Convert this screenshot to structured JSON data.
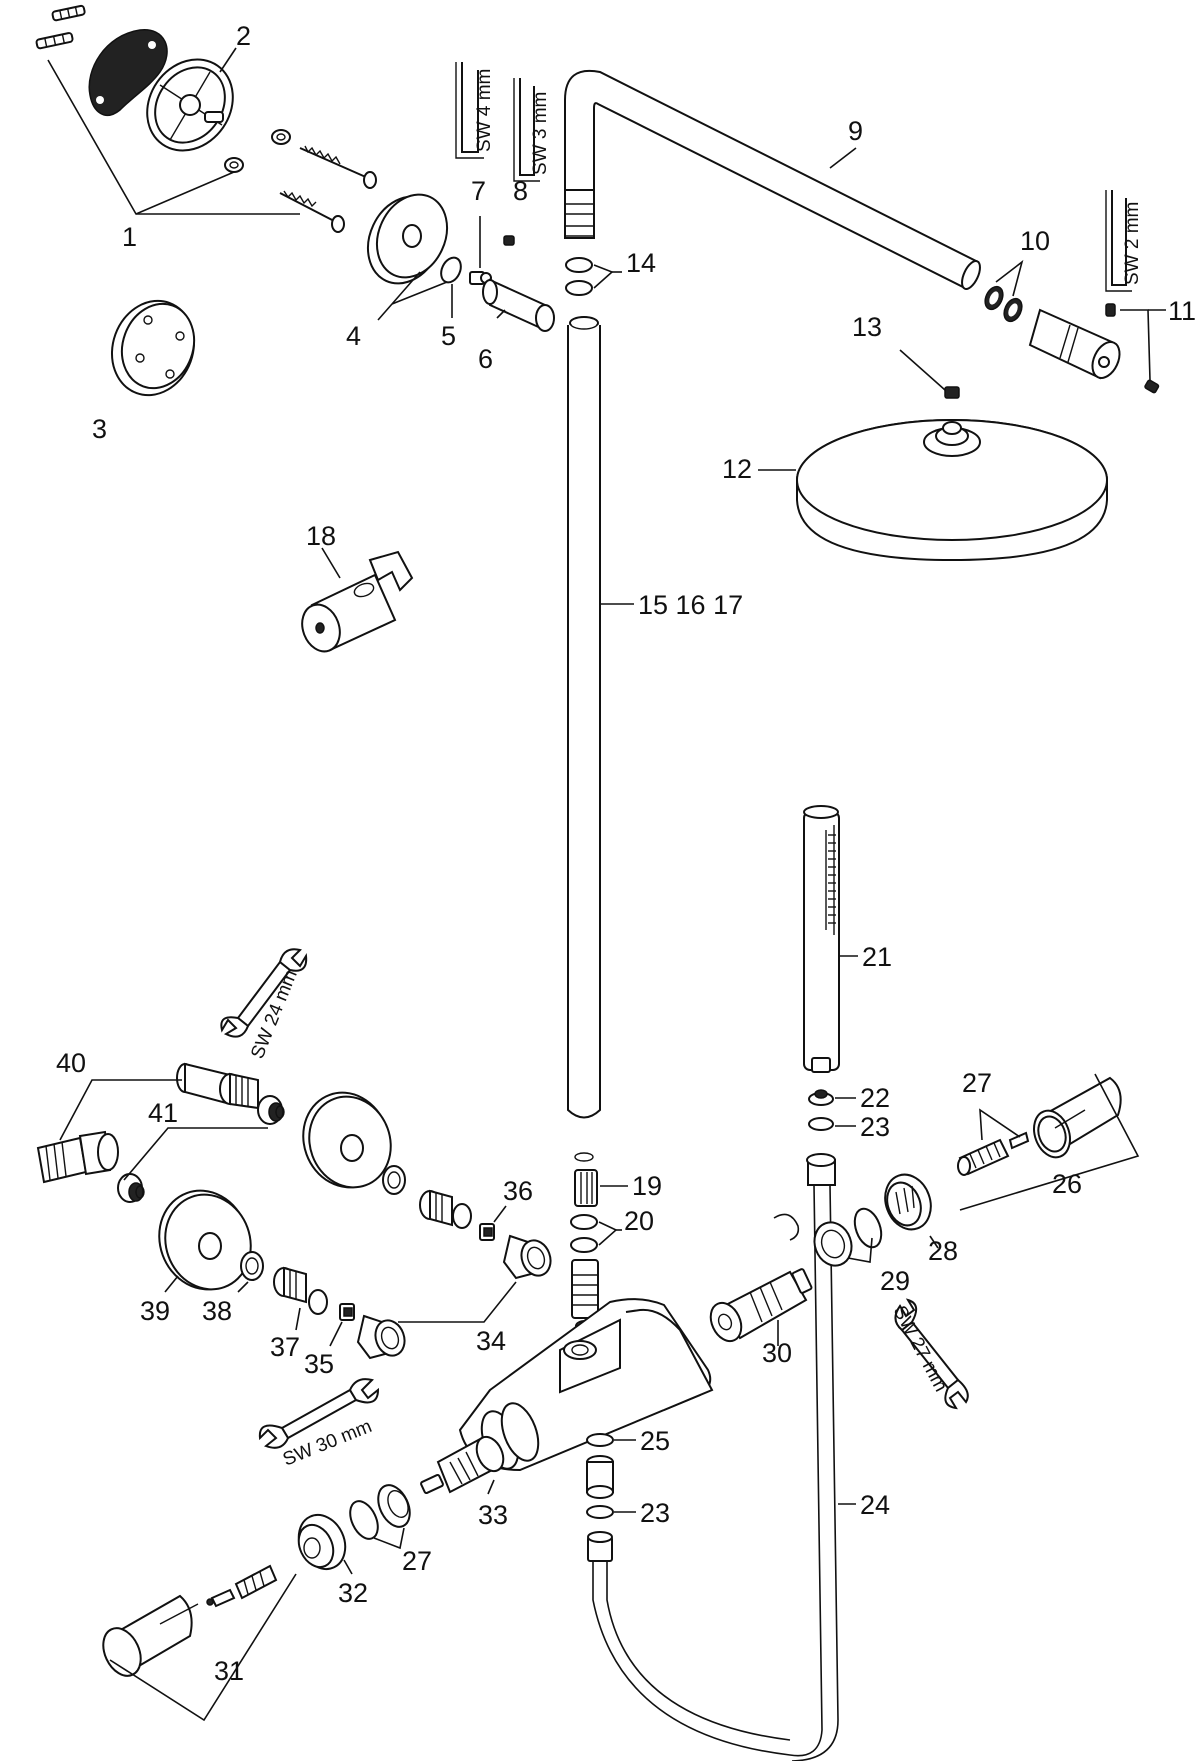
{
  "diagram": {
    "type": "exploded-parts-view",
    "part_labels": {
      "p1": "1",
      "p2": "2",
      "p3": "3",
      "p4": "4",
      "p5": "5",
      "p6": "6",
      "p7": "7",
      "p8": "8",
      "p9": "9",
      "p10": "10",
      "p11": "11",
      "p12": "12",
      "p13": "13",
      "p14": "14",
      "p15_17": "15 16 17",
      "p18": "18",
      "p19": "19",
      "p20": "20",
      "p21": "21",
      "p22": "22",
      "p23a": "23",
      "p23b": "23",
      "p24": "24",
      "p25": "25",
      "p26": "26",
      "p27a": "27",
      "p27b": "27",
      "p28": "28",
      "p29": "29",
      "p30": "30",
      "p31": "31",
      "p32": "32",
      "p33": "33",
      "p34": "34",
      "p35": "35",
      "p36": "36",
      "p37": "37",
      "p38": "38",
      "p39": "39",
      "p40": "40",
      "p41": "41"
    },
    "tool_labels": {
      "sw4": "SW 4 mm",
      "sw3": "SW 3 mm",
      "sw2": "SW 2 mm",
      "sw24": "SW 24 mm",
      "sw30": "SW 30 mm",
      "sw27": "SW 27 mm"
    }
  }
}
